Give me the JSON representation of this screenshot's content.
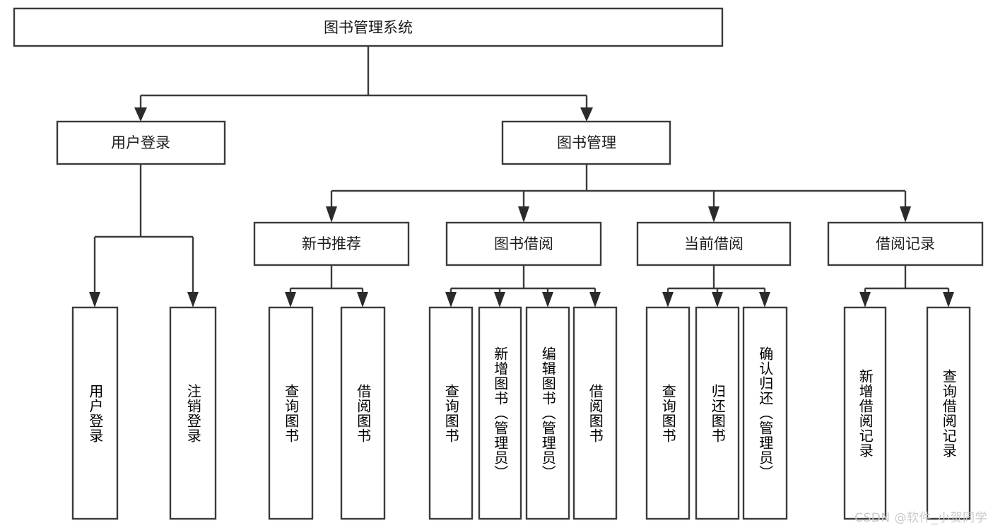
{
  "diagram": {
    "title": "图书管理系统",
    "root": {
      "id": "root",
      "label": "图书管理系统"
    },
    "level1": [
      {
        "id": "user-login",
        "label": "用户登录"
      },
      {
        "id": "book-manage",
        "label": "图书管理"
      }
    ],
    "level2": [
      {
        "id": "new-book-rec",
        "label": "新书推荐",
        "parent": "book-manage"
      },
      {
        "id": "book-borrow",
        "label": "图书借阅",
        "parent": "book-manage"
      },
      {
        "id": "current-borrow",
        "label": "当前借阅",
        "parent": "book-manage"
      },
      {
        "id": "borrow-record",
        "label": "借阅记录",
        "parent": "book-manage"
      }
    ],
    "leaves": [
      {
        "id": "leaf-user-login",
        "label": "用户登录",
        "parent": "user-login"
      },
      {
        "id": "leaf-logout",
        "label": "注销登录",
        "parent": "user-login"
      },
      {
        "id": "leaf-query-book-1",
        "label": "查询图书",
        "parent": "new-book-rec"
      },
      {
        "id": "leaf-borrow-book-1",
        "label": "借阅图书",
        "parent": "new-book-rec"
      },
      {
        "id": "leaf-query-book-2",
        "label": "查询图书",
        "parent": "book-borrow"
      },
      {
        "id": "leaf-add-book",
        "label": "新增图书（管理员）",
        "parent": "book-borrow"
      },
      {
        "id": "leaf-edit-book",
        "label": "编辑图书（管理员）",
        "parent": "book-borrow"
      },
      {
        "id": "leaf-borrow-book-2",
        "label": "借阅图书",
        "parent": "book-borrow"
      },
      {
        "id": "leaf-query-book-3",
        "label": "查询图书",
        "parent": "current-borrow"
      },
      {
        "id": "leaf-return-book",
        "label": "归还图书",
        "parent": "current-borrow"
      },
      {
        "id": "leaf-confirm-return",
        "label": "确认归还（管理员）",
        "parent": "current-borrow"
      },
      {
        "id": "leaf-add-record",
        "label": "新增借阅记录",
        "parent": "borrow-record"
      },
      {
        "id": "leaf-query-record",
        "label": "查询借阅记录",
        "parent": "borrow-record"
      }
    ]
  },
  "watermark": {
    "text": "CSDN @软件_小贺同学"
  },
  "colors": {
    "background": "#ffffff",
    "box_fill": "#ffffff",
    "box_stroke": "#3b3b3b",
    "text": "#1c1c1c",
    "watermark": "#c9c9c9"
  }
}
